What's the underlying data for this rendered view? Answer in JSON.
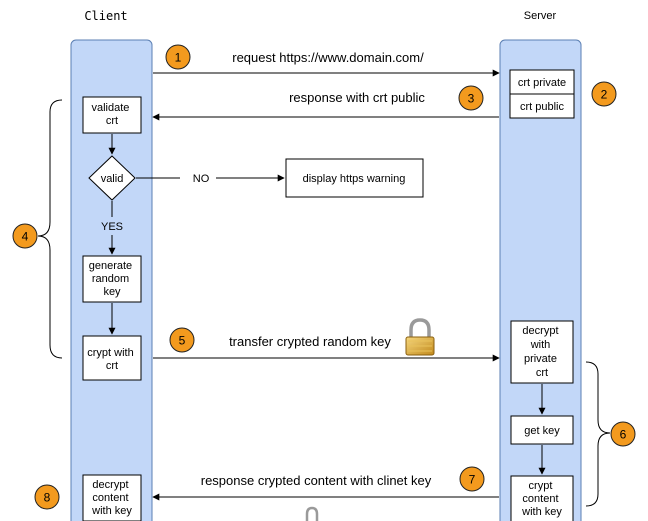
{
  "lanes": {
    "client_label": "Client",
    "server_label": "Server"
  },
  "client_boxes": {
    "validate": [
      "validate",
      "crt"
    ],
    "generate": [
      "generate",
      "random",
      "key"
    ],
    "crypt": [
      "crypt with",
      "crt"
    ],
    "decrypt": [
      "decrypt",
      "content",
      "with key"
    ]
  },
  "server_boxes": {
    "crt_private": "crt private",
    "crt_public": "crt public",
    "decrypt": [
      "decrypt",
      "with",
      "private",
      "crt"
    ],
    "get_key": "get key",
    "crypt": [
      "crypt",
      "content",
      "with key"
    ]
  },
  "decision": {
    "label": "valid",
    "no_label": "NO",
    "yes_label": "YES",
    "warning": "display https warning"
  },
  "messages": {
    "request": "request https://www.domain.com/",
    "response_crt": "response with crt public",
    "transfer": "transfer crypted random key",
    "response_content": "response crypted content with clinet key"
  },
  "steps": [
    "1",
    "2",
    "3",
    "4",
    "5",
    "6",
    "7",
    "8"
  ],
  "colors": {
    "lane_fill": "#c2d7f8",
    "lane_stroke": "#5b7fb3",
    "badge_fill": "#f39a1e",
    "badge_stroke": "#222222",
    "line": "#000000"
  }
}
